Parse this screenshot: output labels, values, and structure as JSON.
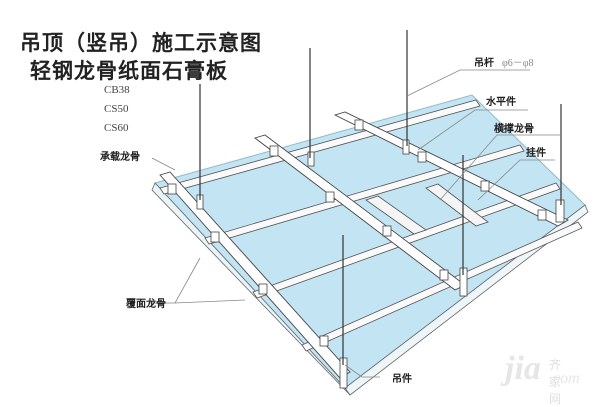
{
  "title": {
    "line1": "吊顶（竖吊）施工示意图",
    "line2": "轻钢龙骨纸面石膏板"
  },
  "specs": [
    "CB38",
    "CS50",
    "CS60"
  ],
  "labels": {
    "hanging_rod": "吊杆",
    "hanging_rod_spec": "φ6－φ8",
    "horizontal_piece": "水平件",
    "cross_brace_keel": "横撑龙骨",
    "hook_piece": "挂件",
    "main_keel": "承载龙骨",
    "cover_keel": "覆面龙骨",
    "hanger": "吊件"
  },
  "watermark": {
    "text": "jia",
    "sub": "齐家网",
    "com": ".com"
  },
  "colors": {
    "board": "#bfe3f2",
    "board_edge": "#9fcbe0",
    "keel": "#ffffff",
    "keel_stroke": "#555555",
    "leader": "#888888",
    "rod": "#333333"
  }
}
